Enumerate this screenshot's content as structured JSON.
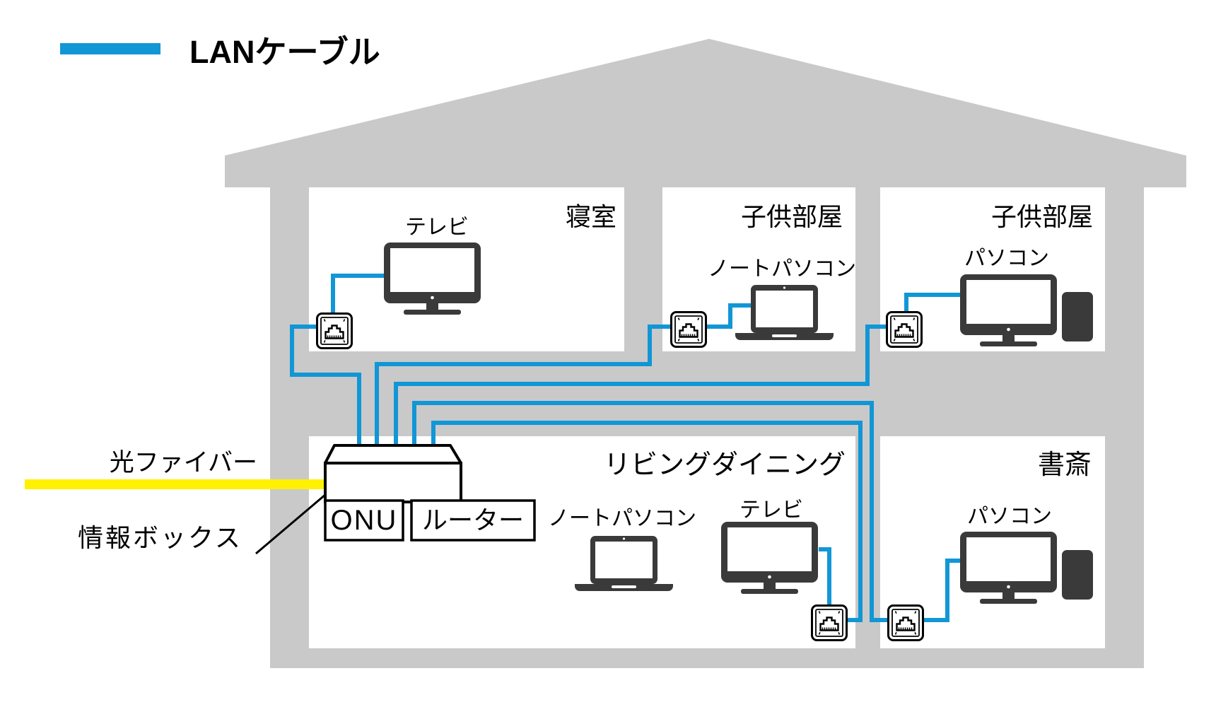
{
  "legend": {
    "lan_cable": "LANケーブル"
  },
  "colors": {
    "lan_cable": "#1196D6",
    "fiber": "#FFF100",
    "house_gray": "#C9C9C9",
    "device_dark": "#3A3A3A"
  },
  "exterior": {
    "fiber_label": "光ファイバー",
    "info_box_label": "情報ボックス"
  },
  "equipment": {
    "onu": "ONU",
    "router": "ルーター"
  },
  "rooms": {
    "bedroom": {
      "name": "寝室",
      "tv": "テレビ"
    },
    "kids1": {
      "name": "子供部屋",
      "laptop": "ノートパソコン"
    },
    "kids2": {
      "name": "子供部屋",
      "pc": "パソコン"
    },
    "living": {
      "name": "リビングダイニング",
      "laptop": "ノートパソコン",
      "tv": "テレビ"
    },
    "study": {
      "name": "書斎",
      "pc": "パソコン"
    }
  }
}
